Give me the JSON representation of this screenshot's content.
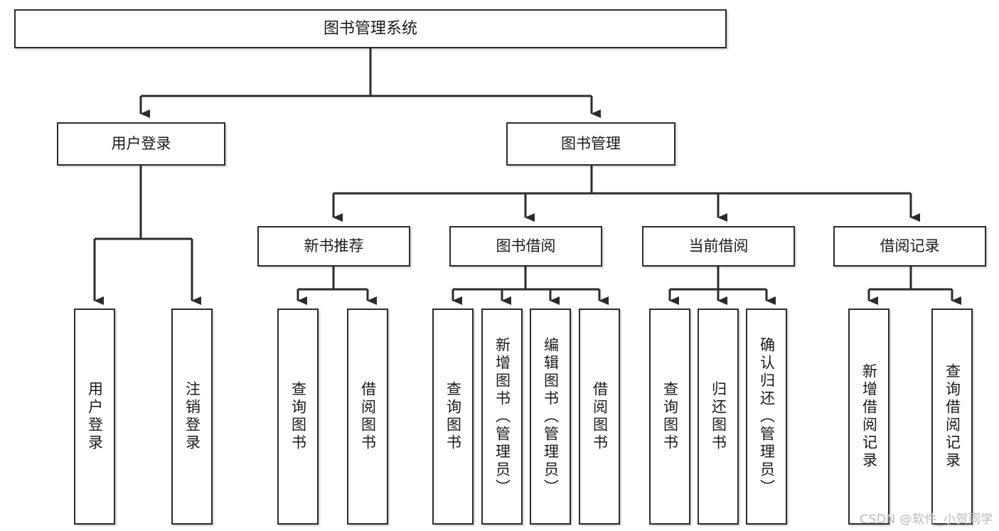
{
  "diagram": {
    "title": "图书管理系统",
    "watermark": "CSDN @软件_小贺同学",
    "line_color": "#2b2b2b",
    "box_fill": "#ffffff",
    "text_color": "#1a1a1a",
    "nodes": {
      "root": "图书管理系统",
      "user_login": "用户登录",
      "book_manage": "图书管理",
      "new_book_rec": "新书推荐",
      "book_borrow": "图书借阅",
      "current_borrow": "当前借阅",
      "borrow_record": "借阅记录",
      "leaf_user_login": "用户登录",
      "leaf_logout": "注销登录",
      "leaf_query_book_1": "查询图书",
      "leaf_borrow_book_1": "借阅图书",
      "leaf_query_book_2": "查询图书",
      "leaf_add_book": "新增图书（管理员）",
      "leaf_edit_book": "编辑图书（管理员）",
      "leaf_borrow_book_2": "借阅图书",
      "leaf_query_book_3": "查询图书",
      "leaf_return_book": "归还图书",
      "leaf_confirm_return": "确认归还（管理员）",
      "leaf_add_record": "新增借阅记录",
      "leaf_query_record": "查询借阅记录"
    }
  },
  "chart_data": {
    "type": "diagram",
    "subtype": "tree-hierarchy",
    "title": "图书管理系统",
    "levels": 4,
    "tree": {
      "label": "图书管理系统",
      "children": [
        {
          "label": "用户登录",
          "children": [
            {
              "label": "用户登录",
              "children": []
            },
            {
              "label": "注销登录",
              "children": []
            }
          ]
        },
        {
          "label": "图书管理",
          "children": [
            {
              "label": "新书推荐",
              "children": [
                {
                  "label": "查询图书",
                  "children": []
                },
                {
                  "label": "借阅图书",
                  "children": []
                }
              ]
            },
            {
              "label": "图书借阅",
              "children": [
                {
                  "label": "查询图书",
                  "children": []
                },
                {
                  "label": "新增图书（管理员）",
                  "children": []
                },
                {
                  "label": "编辑图书（管理员）",
                  "children": []
                },
                {
                  "label": "借阅图书",
                  "children": []
                }
              ]
            },
            {
              "label": "当前借阅",
              "children": [
                {
                  "label": "查询图书",
                  "children": []
                },
                {
                  "label": "归还图书",
                  "children": []
                },
                {
                  "label": "确认归还（管理员）",
                  "children": []
                }
              ]
            },
            {
              "label": "借阅记录",
              "children": [
                {
                  "label": "新增借阅记录",
                  "children": []
                },
                {
                  "label": "查询借阅记录",
                  "children": []
                }
              ]
            }
          ]
        }
      ]
    }
  }
}
